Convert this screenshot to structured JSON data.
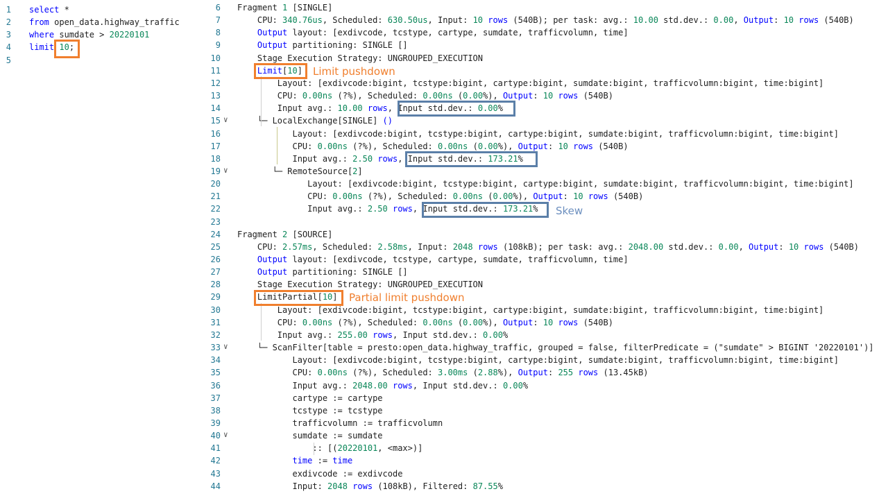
{
  "query_pane": {
    "lines": [
      {
        "n": "1",
        "parts": [
          {
            "t": "select",
            "c": "kw"
          },
          {
            "t": " *",
            "c": ""
          }
        ]
      },
      {
        "n": "2",
        "parts": [
          {
            "t": "from",
            "c": "kw"
          },
          {
            "t": " open_data.highway_traffic",
            "c": ""
          }
        ]
      },
      {
        "n": "3",
        "parts": [
          {
            "t": "where",
            "c": "kw"
          },
          {
            "t": " sumdate > ",
            "c": ""
          },
          {
            "t": "20220101",
            "c": "num"
          }
        ]
      },
      {
        "n": "4",
        "parts": [
          {
            "t": "limit",
            "c": "kw"
          },
          {
            "t": " ",
            "c": ""
          },
          {
            "t": "10",
            "c": "num"
          },
          {
            "t": ";",
            "c": ""
          }
        ]
      },
      {
        "n": "5",
        "parts": []
      }
    ]
  },
  "plan_pane": {
    "lines": [
      {
        "n": "6",
        "parts": [
          {
            "t": "Fragment ",
            "c": ""
          },
          {
            "t": "1",
            "c": "num"
          },
          {
            "t": " [SINGLE]",
            "c": ""
          }
        ]
      },
      {
        "n": "7",
        "parts": [
          {
            "t": "    CPU: ",
            "c": ""
          },
          {
            "t": "340.76us",
            "c": "num"
          },
          {
            "t": ", Scheduled: ",
            "c": ""
          },
          {
            "t": "630.50us",
            "c": "num"
          },
          {
            "t": ", Input: ",
            "c": ""
          },
          {
            "t": "10",
            "c": "num"
          },
          {
            "t": " ",
            "c": ""
          },
          {
            "t": "rows",
            "c": "kw"
          },
          {
            "t": " (540B); per task: avg.: ",
            "c": ""
          },
          {
            "t": "10.00",
            "c": "num"
          },
          {
            "t": " std.dev.: ",
            "c": ""
          },
          {
            "t": "0.00",
            "c": "num"
          },
          {
            "t": ", ",
            "c": ""
          },
          {
            "t": "Output",
            "c": "kw"
          },
          {
            "t": ": ",
            "c": ""
          },
          {
            "t": "10",
            "c": "num"
          },
          {
            "t": " ",
            "c": ""
          },
          {
            "t": "rows",
            "c": "kw"
          },
          {
            "t": " (540B)",
            "c": ""
          }
        ]
      },
      {
        "n": "8",
        "parts": [
          {
            "t": "    ",
            "c": ""
          },
          {
            "t": "Output",
            "c": "kw"
          },
          {
            "t": " layout: [exdivcode, tcstype, cartype, sumdate, trafficvolumn, time]",
            "c": ""
          }
        ]
      },
      {
        "n": "9",
        "parts": [
          {
            "t": "    ",
            "c": ""
          },
          {
            "t": "Output",
            "c": "kw"
          },
          {
            "t": " partitioning: SINGLE []",
            "c": ""
          }
        ]
      },
      {
        "n": "10",
        "parts": [
          {
            "t": "    Stage Execution Strategy: UNGROUPED_EXECUTION",
            "c": ""
          }
        ]
      },
      {
        "n": "11",
        "parts": [
          {
            "t": "    ",
            "c": ""
          },
          {
            "t": "Limit",
            "c": "kw"
          },
          {
            "t": "[",
            "c": ""
          },
          {
            "t": "10",
            "c": "num"
          },
          {
            "t": "]",
            "c": ""
          }
        ]
      },
      {
        "n": "12",
        "parts": [
          {
            "t": "        Layout: [exdivcode:bigint, tcstype:bigint, cartype:bigint, sumdate:bigint, trafficvolumn:bigint, time:bigint]",
            "c": ""
          }
        ]
      },
      {
        "n": "13",
        "parts": [
          {
            "t": "        CPU: ",
            "c": ""
          },
          {
            "t": "0.00ns",
            "c": "num"
          },
          {
            "t": " (?%), Scheduled: ",
            "c": ""
          },
          {
            "t": "0.00ns",
            "c": "num"
          },
          {
            "t": " (",
            "c": ""
          },
          {
            "t": "0.00",
            "c": "num"
          },
          {
            "t": "%), ",
            "c": ""
          },
          {
            "t": "Output",
            "c": "kw"
          },
          {
            "t": ": ",
            "c": ""
          },
          {
            "t": "10",
            "c": "num"
          },
          {
            "t": " ",
            "c": ""
          },
          {
            "t": "rows",
            "c": "kw"
          },
          {
            "t": " (540B)",
            "c": ""
          }
        ]
      },
      {
        "n": "14",
        "parts": [
          {
            "t": "        Input avg.: ",
            "c": ""
          },
          {
            "t": "10.00",
            "c": "num"
          },
          {
            "t": " ",
            "c": ""
          },
          {
            "t": "rows",
            "c": "kw"
          },
          {
            "t": ", Input std.dev.: ",
            "c": ""
          },
          {
            "t": "0.00",
            "c": "num"
          },
          {
            "t": "%",
            "c": ""
          }
        ]
      },
      {
        "n": "15",
        "parts": [
          {
            "t": "    └─ LocalExchange[SINGLE] ",
            "c": ""
          },
          {
            "t": "()",
            "c": "kw"
          }
        ]
      },
      {
        "n": "16",
        "parts": [
          {
            "t": "           Layout: [exdivcode:bigint, tcstype:bigint, cartype:bigint, sumdate:bigint, trafficvolumn:bigint, time:bigint]",
            "c": ""
          }
        ]
      },
      {
        "n": "17",
        "parts": [
          {
            "t": "           CPU: ",
            "c": ""
          },
          {
            "t": "0.00ns",
            "c": "num"
          },
          {
            "t": " (?%), Scheduled: ",
            "c": ""
          },
          {
            "t": "0.00ns",
            "c": "num"
          },
          {
            "t": " (",
            "c": ""
          },
          {
            "t": "0.00",
            "c": "num"
          },
          {
            "t": "%), ",
            "c": ""
          },
          {
            "t": "Output",
            "c": "kw"
          },
          {
            "t": ": ",
            "c": ""
          },
          {
            "t": "10",
            "c": "num"
          },
          {
            "t": " ",
            "c": ""
          },
          {
            "t": "rows",
            "c": "kw"
          },
          {
            "t": " (540B)",
            "c": ""
          }
        ]
      },
      {
        "n": "18",
        "parts": [
          {
            "t": "           Input avg.: ",
            "c": ""
          },
          {
            "t": "2.50",
            "c": "num"
          },
          {
            "t": " ",
            "c": ""
          },
          {
            "t": "rows",
            "c": "kw"
          },
          {
            "t": ", Input std.dev.: ",
            "c": ""
          },
          {
            "t": "173.21",
            "c": "num"
          },
          {
            "t": "%",
            "c": ""
          }
        ]
      },
      {
        "n": "19",
        "parts": [
          {
            "t": "       └─ RemoteSource[",
            "c": ""
          },
          {
            "t": "2",
            "c": "num"
          },
          {
            "t": "]",
            "c": ""
          }
        ]
      },
      {
        "n": "20",
        "parts": [
          {
            "t": "              Layout: [exdivcode:bigint, tcstype:bigint, cartype:bigint, sumdate:bigint, trafficvolumn:bigint, time:bigint]",
            "c": ""
          }
        ]
      },
      {
        "n": "21",
        "parts": [
          {
            "t": "              CPU: ",
            "c": ""
          },
          {
            "t": "0.00ns",
            "c": "num"
          },
          {
            "t": " (?%), Scheduled: ",
            "c": ""
          },
          {
            "t": "0.00ns",
            "c": "num"
          },
          {
            "t": " (",
            "c": ""
          },
          {
            "t": "0.00",
            "c": "num"
          },
          {
            "t": "%), ",
            "c": ""
          },
          {
            "t": "Output",
            "c": "kw"
          },
          {
            "t": ": ",
            "c": ""
          },
          {
            "t": "10",
            "c": "num"
          },
          {
            "t": " ",
            "c": ""
          },
          {
            "t": "rows",
            "c": "kw"
          },
          {
            "t": " (540B)",
            "c": ""
          }
        ]
      },
      {
        "n": "22",
        "parts": [
          {
            "t": "              Input avg.: ",
            "c": ""
          },
          {
            "t": "2.50",
            "c": "num"
          },
          {
            "t": " ",
            "c": ""
          },
          {
            "t": "rows",
            "c": "kw"
          },
          {
            "t": ", Input std.dev.: ",
            "c": ""
          },
          {
            "t": "173.21",
            "c": "num"
          },
          {
            "t": "%",
            "c": ""
          }
        ]
      },
      {
        "n": "23",
        "parts": []
      },
      {
        "n": "24",
        "parts": [
          {
            "t": "Fragment ",
            "c": ""
          },
          {
            "t": "2",
            "c": "num"
          },
          {
            "t": " [SOURCE]",
            "c": ""
          }
        ]
      },
      {
        "n": "25",
        "parts": [
          {
            "t": "    CPU: ",
            "c": ""
          },
          {
            "t": "2.57ms",
            "c": "num"
          },
          {
            "t": ", Scheduled: ",
            "c": ""
          },
          {
            "t": "2.58ms",
            "c": "num"
          },
          {
            "t": ", Input: ",
            "c": ""
          },
          {
            "t": "2048",
            "c": "num"
          },
          {
            "t": " ",
            "c": ""
          },
          {
            "t": "rows",
            "c": "kw"
          },
          {
            "t": " (108kB); per task: avg.: ",
            "c": ""
          },
          {
            "t": "2048.00",
            "c": "num"
          },
          {
            "t": " std.dev.: ",
            "c": ""
          },
          {
            "t": "0.00",
            "c": "num"
          },
          {
            "t": ", ",
            "c": ""
          },
          {
            "t": "Output",
            "c": "kw"
          },
          {
            "t": ": ",
            "c": ""
          },
          {
            "t": "10",
            "c": "num"
          },
          {
            "t": " ",
            "c": ""
          },
          {
            "t": "rows",
            "c": "kw"
          },
          {
            "t": " (540B)",
            "c": ""
          }
        ]
      },
      {
        "n": "26",
        "parts": [
          {
            "t": "    ",
            "c": ""
          },
          {
            "t": "Output",
            "c": "kw"
          },
          {
            "t": " layout: [exdivcode, tcstype, cartype, sumdate, trafficvolumn, time]",
            "c": ""
          }
        ]
      },
      {
        "n": "27",
        "parts": [
          {
            "t": "    ",
            "c": ""
          },
          {
            "t": "Output",
            "c": "kw"
          },
          {
            "t": " partitioning: SINGLE []",
            "c": ""
          }
        ]
      },
      {
        "n": "28",
        "parts": [
          {
            "t": "    Stage Execution Strategy: UNGROUPED_EXECUTION",
            "c": ""
          }
        ]
      },
      {
        "n": "29",
        "parts": [
          {
            "t": "    LimitPartial[",
            "c": ""
          },
          {
            "t": "10",
            "c": "num"
          },
          {
            "t": "]",
            "c": ""
          }
        ]
      },
      {
        "n": "30",
        "parts": [
          {
            "t": "        Layout: [exdivcode:bigint, tcstype:bigint, cartype:bigint, sumdate:bigint, trafficvolumn:bigint, time:bigint]",
            "c": ""
          }
        ]
      },
      {
        "n": "31",
        "parts": [
          {
            "t": "        CPU: ",
            "c": ""
          },
          {
            "t": "0.00ns",
            "c": "num"
          },
          {
            "t": " (?%), Scheduled: ",
            "c": ""
          },
          {
            "t": "0.00ns",
            "c": "num"
          },
          {
            "t": " (",
            "c": ""
          },
          {
            "t": "0.00",
            "c": "num"
          },
          {
            "t": "%), ",
            "c": ""
          },
          {
            "t": "Output",
            "c": "kw"
          },
          {
            "t": ": ",
            "c": ""
          },
          {
            "t": "10",
            "c": "num"
          },
          {
            "t": " ",
            "c": ""
          },
          {
            "t": "rows",
            "c": "kw"
          },
          {
            "t": " (540B)",
            "c": ""
          }
        ]
      },
      {
        "n": "32",
        "parts": [
          {
            "t": "        Input avg.: ",
            "c": ""
          },
          {
            "t": "255.00",
            "c": "num"
          },
          {
            "t": " ",
            "c": ""
          },
          {
            "t": "rows",
            "c": "kw"
          },
          {
            "t": ", Input std.dev.: ",
            "c": ""
          },
          {
            "t": "0.00",
            "c": "num"
          },
          {
            "t": "%",
            "c": ""
          }
        ]
      },
      {
        "n": "33",
        "parts": [
          {
            "t": "    └─ ScanFilter[table = presto:open_data.highway_traffic, grouped = false, filterPredicate = (\"sumdate\" > BIGINT '20220101')]",
            "c": ""
          }
        ]
      },
      {
        "n": "34",
        "parts": [
          {
            "t": "           Layout: [exdivcode:bigint, tcstype:bigint, cartype:bigint, sumdate:bigint, trafficvolumn:bigint, time:bigint]",
            "c": ""
          }
        ]
      },
      {
        "n": "35",
        "parts": [
          {
            "t": "           CPU: ",
            "c": ""
          },
          {
            "t": "0.00ns",
            "c": "num"
          },
          {
            "t": " (?%), Scheduled: ",
            "c": ""
          },
          {
            "t": "3.00ms",
            "c": "num"
          },
          {
            "t": " (",
            "c": ""
          },
          {
            "t": "2.88",
            "c": "num"
          },
          {
            "t": "%), ",
            "c": ""
          },
          {
            "t": "Output",
            "c": "kw"
          },
          {
            "t": ": ",
            "c": ""
          },
          {
            "t": "255",
            "c": "num"
          },
          {
            "t": " ",
            "c": ""
          },
          {
            "t": "rows",
            "c": "kw"
          },
          {
            "t": " (13.45kB)",
            "c": ""
          }
        ]
      },
      {
        "n": "36",
        "parts": [
          {
            "t": "           Input avg.: ",
            "c": ""
          },
          {
            "t": "2048.00",
            "c": "num"
          },
          {
            "t": " ",
            "c": ""
          },
          {
            "t": "rows",
            "c": "kw"
          },
          {
            "t": ", Input std.dev.: ",
            "c": ""
          },
          {
            "t": "0.00",
            "c": "num"
          },
          {
            "t": "%",
            "c": ""
          }
        ]
      },
      {
        "n": "37",
        "parts": [
          {
            "t": "           cartype := cartype",
            "c": ""
          }
        ]
      },
      {
        "n": "38",
        "parts": [
          {
            "t": "           tcstype := tcstype",
            "c": ""
          }
        ]
      },
      {
        "n": "39",
        "parts": [
          {
            "t": "           trafficvolumn := trafficvolumn",
            "c": ""
          }
        ]
      },
      {
        "n": "40",
        "parts": [
          {
            "t": "           sumdate := sumdate",
            "c": ""
          }
        ]
      },
      {
        "n": "41",
        "parts": [
          {
            "t": "               :: [(",
            "c": ""
          },
          {
            "t": "20220101",
            "c": "num"
          },
          {
            "t": ", <max>)]",
            "c": ""
          }
        ]
      },
      {
        "n": "42",
        "parts": [
          {
            "t": "           ",
            "c": ""
          },
          {
            "t": "time",
            "c": "kw"
          },
          {
            "t": " := ",
            "c": ""
          },
          {
            "t": "time",
            "c": "kw"
          }
        ]
      },
      {
        "n": "43",
        "parts": [
          {
            "t": "           exdivcode := exdivcode",
            "c": ""
          }
        ]
      },
      {
        "n": "44",
        "parts": [
          {
            "t": "           Input: ",
            "c": ""
          },
          {
            "t": "2048",
            "c": "num"
          },
          {
            "t": " ",
            "c": ""
          },
          {
            "t": "rows",
            "c": "kw"
          },
          {
            "t": " (108kB), Filtered: ",
            "c": ""
          },
          {
            "t": "87.55",
            "c": "num"
          },
          {
            "t": "%",
            "c": ""
          }
        ]
      }
    ],
    "fold_lines": [
      "15",
      "19",
      "33",
      "40"
    ]
  },
  "annotations": {
    "limit_pushdown": "Limit pushdown",
    "partial_limit_pushdown": "Partial limit pushdown",
    "skew": "Skew"
  },
  "colors": {
    "keyword": "#0000ff",
    "number": "#098658",
    "line_number": "#237893",
    "highlight_orange": "#f07f2e",
    "highlight_blue": "#5b7fa8"
  }
}
